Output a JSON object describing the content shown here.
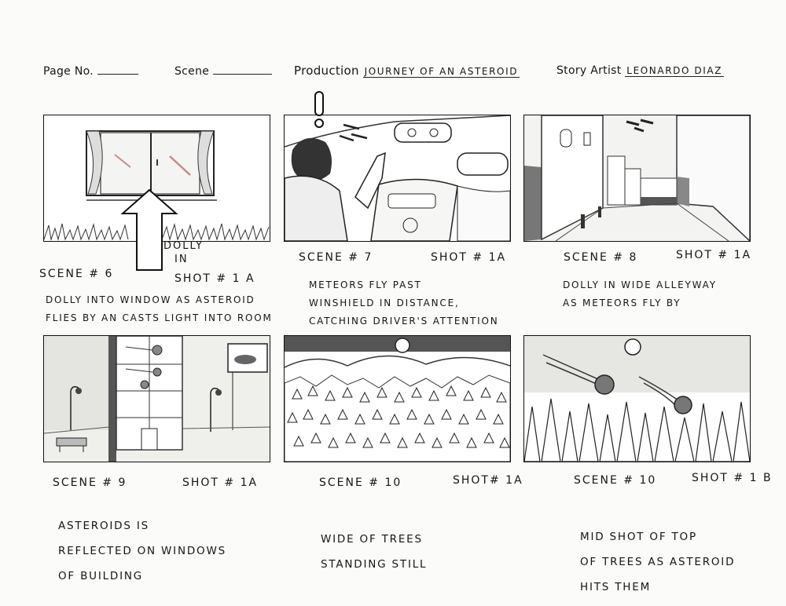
{
  "header": {
    "page_no_label": "Page No.",
    "scene_label": "Scene",
    "production_label": "Production",
    "production_value": "Journey of an Asteroid",
    "artist_label": "Story Artist",
    "artist_value": "Leonardo Diaz"
  },
  "panels": [
    {
      "scene": "Scene # 6",
      "shot": "Shot # 1 A",
      "note": [
        "Dolly",
        "in"
      ],
      "description": [
        "Dolly into window as asteroid",
        "flies by an casts light into room"
      ]
    },
    {
      "scene": "Scene # 7",
      "shot": "Shot # 1A",
      "description": [
        "Meteors fly past",
        "winshield in distance,",
        "catching driver's attention"
      ]
    },
    {
      "scene": "Scene # 8",
      "shot": "Shot # 1A",
      "description": [
        "Dolly in wide alleyway",
        "as meteors fly by"
      ]
    },
    {
      "scene": "Scene # 9",
      "shot": "Shot # 1A",
      "description": [
        "Asteroids is",
        "reflected on windows",
        "of building"
      ]
    },
    {
      "scene": "Scene # 10",
      "shot": "Shot# 1A",
      "description": [
        "Wide of trees",
        "standing still"
      ]
    },
    {
      "scene": "Scene # 10",
      "shot": "Shot # 1 B",
      "description": [
        "Mid shot of top",
        "of trees as asteroid",
        "hits them"
      ]
    }
  ]
}
